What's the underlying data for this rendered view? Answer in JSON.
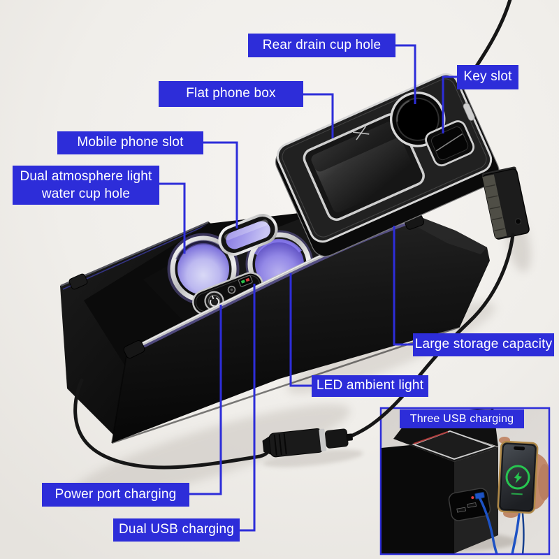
{
  "image": {
    "kind": "annotated-product-photo",
    "subject": "car seat gap armrest storage box with LED cup holders and USB charging"
  },
  "colors": {
    "label_bg": "#2d2dd9",
    "label_text": "#ffffff",
    "leader_line": "#2d2dd9",
    "inset_border": "#2d2dd9",
    "led_glow": "#8b7fe8",
    "cup_glow": "#b4aef0",
    "charge_green": "#27c550",
    "cable_blue": "#1d52c4",
    "background": "#f0eeea"
  },
  "labels": {
    "rear_drain_cup_hole": "Rear drain cup hole",
    "key_slot": "Key slot",
    "flat_phone_box": "Flat phone box",
    "mobile_phone_slot": "Mobile phone slot",
    "dual_atmosphere_light_line1": "Dual atmosphere light",
    "dual_atmosphere_light_line2": "water cup hole",
    "large_storage_capacity": "Large storage capacity",
    "led_ambient_light": "LED ambient light",
    "three_usb_charging": "Three USB charging",
    "power_port_charging": "Power port charging",
    "dual_usb_charging": "Dual USB charging"
  }
}
